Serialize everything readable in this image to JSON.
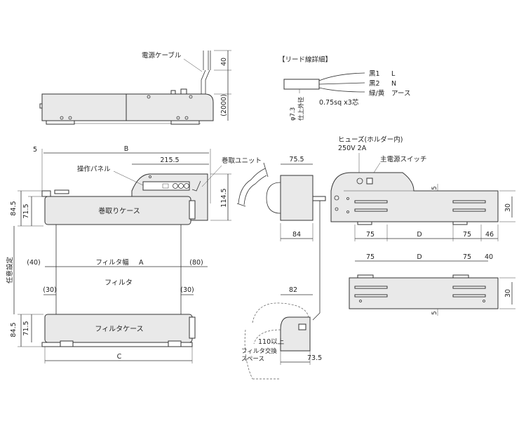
{
  "labels": {
    "power_cable": "電源ケーブル",
    "lead_detail": "【リード線詳細】",
    "black1": "黒1",
    "black2": "黒2",
    "green_yellow": "緑/黄",
    "wire_L": "L",
    "wire_N": "N",
    "wire_earth": "アース",
    "cable_dia": "φ7.3",
    "cable_dia_note": "仕上外径",
    "cable_spec": "0.75sq x3芯",
    "operation_panel": "操作パネル",
    "winding_unit": "巻取ユニット",
    "winding_case": "巻取りケース",
    "filter_width": "フィルタ幅",
    "filter": "フィルタ",
    "filter_case": "フィルタケース",
    "arbitrary_setting": "任意設定",
    "fuse": "ヒューズ(ホルダー内)",
    "fuse_rating": "250V 2A",
    "main_switch": "主電源スイッチ",
    "clearance": "110以上",
    "filter_exchange_space_1": "フィルタ交換",
    "filter_exchange_space_2": "スペース"
  },
  "dims": {
    "d40": "40",
    "d2000": "(2000)",
    "d5": "5",
    "dB": "B",
    "d215_5": "215.5",
    "d114_5": "114.5",
    "d84_5": "84.5",
    "d71_5": "71.5",
    "d40p": "(40)",
    "dA": "A",
    "d80p": "(80)",
    "d30p": "(30)",
    "dC": "C",
    "d75_5": "75.5",
    "d84": "84",
    "d82": "82",
    "d73_5": "73.5",
    "d75": "75",
    "dD": "D",
    "d46": "46",
    "d30": "30"
  }
}
